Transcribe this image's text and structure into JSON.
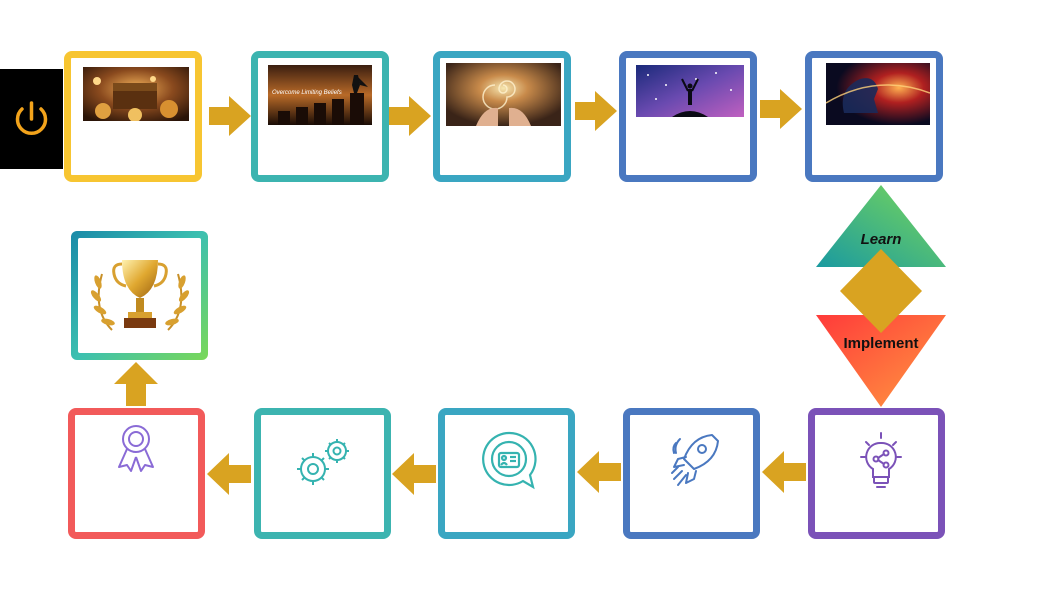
{
  "diagram": {
    "learn_label": "Learn",
    "implement_label": "Implement",
    "photo2_caption": "Overcome Limiting Beliefs"
  },
  "colors": {
    "arrow": "#d9a321",
    "card1": "#f7c531",
    "card_teal": "#3cb4b0",
    "card_blue": "#4a78c0",
    "card_purple": "#7b52b8",
    "card_red": "#f25a5a",
    "icon_teal": "#35b3b0",
    "icon_blue": "#4a78c0",
    "icon_purple": "#7b52b8",
    "icon_ribbon": "#8a6bd6"
  },
  "icons": {
    "power": "power-icon",
    "trophy": "trophy-icon",
    "bulb": "lightbulb-idea-icon",
    "rocket": "rocket-icon",
    "contact": "contact-chat-icon",
    "gears": "gears-icon",
    "ribbon": "award-ribbon-icon"
  }
}
